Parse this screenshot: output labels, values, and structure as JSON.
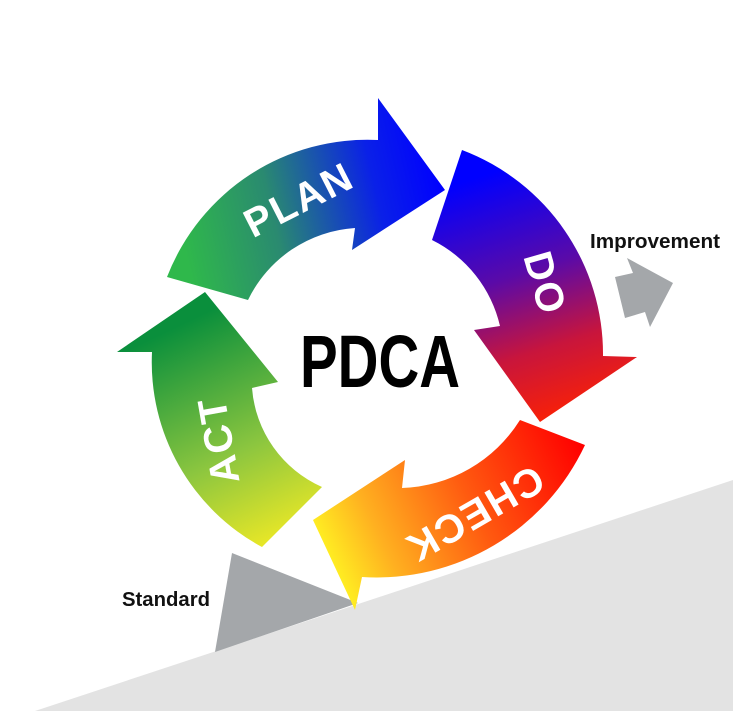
{
  "diagram": {
    "title": "PDCA",
    "stages": [
      {
        "label": "PLAN",
        "gradient": [
          "#2db84a",
          "#0000ff"
        ]
      },
      {
        "label": "DO",
        "gradient": [
          "#0000ff",
          "#ff1a00"
        ]
      },
      {
        "label": "CHECK",
        "gradient": [
          "#ff0000",
          "#ffe81a"
        ]
      },
      {
        "label": "ACT",
        "gradient": [
          "#f5ea20",
          "#0a8f3c"
        ]
      }
    ],
    "side_labels": {
      "improvement": "Improvement",
      "standard": "Standard"
    },
    "colors": {
      "slope": "#e3e3e3",
      "marker": "#a4a7aa",
      "background": "#ffffff"
    }
  }
}
